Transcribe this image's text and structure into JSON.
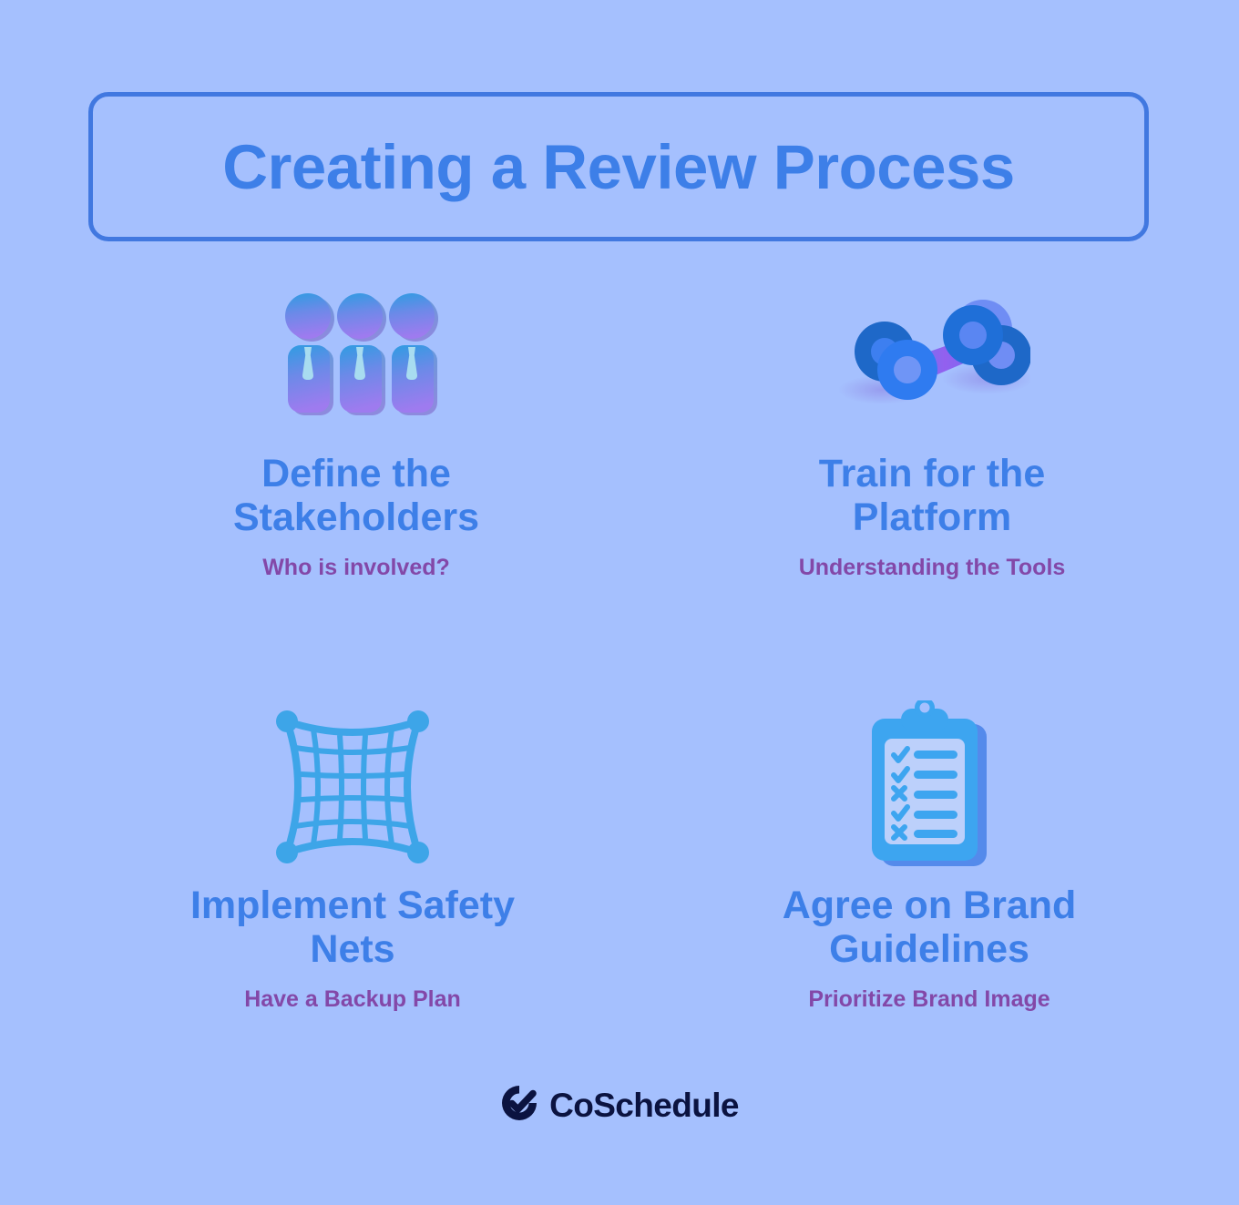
{
  "background_color": "#a5c0fe",
  "accent_blue": "#3d7fe8",
  "accent_purple": "#8348a8",
  "header": {
    "title": "Creating a Review Process",
    "border_color": "#4178e0"
  },
  "cards": [
    {
      "icon": "three-people-icon",
      "heading": "Define the Stakeholders",
      "subtitle": "Who is involved?"
    },
    {
      "icon": "dumbbell-icon",
      "heading": "Train for the Platform",
      "subtitle": "Understanding the Tools"
    },
    {
      "icon": "safety-net-icon",
      "heading": "Implement Safety Nets",
      "subtitle": "Have a Backup Plan"
    },
    {
      "icon": "clipboard-checklist-icon",
      "heading": "Agree on Brand Guidelines",
      "subtitle": "Prioritize Brand Image"
    }
  ],
  "footer": {
    "logo_icon": "coschedule-check-circle-icon",
    "logo_text": "CoSchedule",
    "logo_color": "#0b1340"
  },
  "icon_colors": {
    "person_gradient_top": "#3a9fe0",
    "person_gradient_bottom": "#9b7ae8",
    "person_tie": "#a8dcf0",
    "dumbbell_dark": "#1e68c8",
    "dumbbell_light": "#3d7ff0",
    "dumbbell_bar_purple": "#8a62ea",
    "net_blue": "#3da5e8",
    "clipboard_blue": "#3da5f0",
    "clipboard_paper": "#bcd0fb"
  }
}
